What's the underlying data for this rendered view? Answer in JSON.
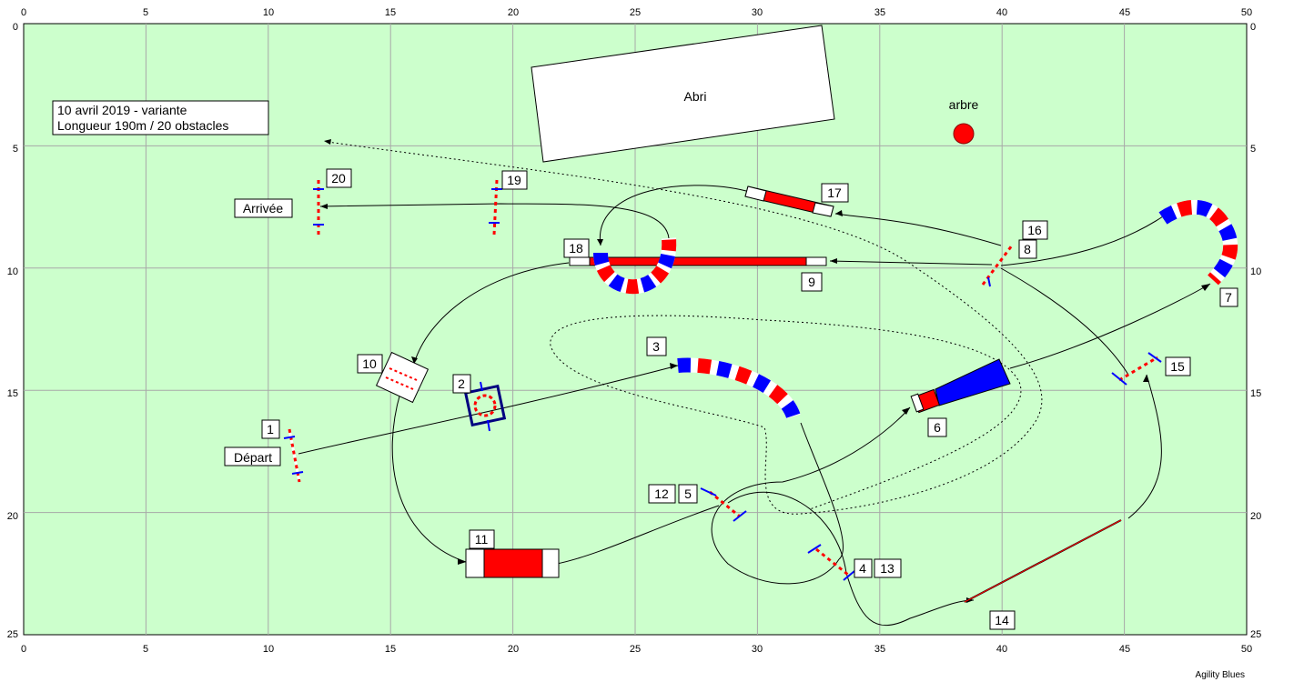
{
  "grid": {
    "x_ticks": [
      "0",
      "5",
      "10",
      "15",
      "20",
      "25",
      "30",
      "35",
      "40",
      "45",
      "50"
    ],
    "y_ticks": [
      "0",
      "5",
      "10",
      "15",
      "20",
      "25"
    ],
    "x_range": [
      0,
      50
    ],
    "y_range": [
      0,
      25
    ],
    "field_color": "#ccffcc",
    "grid_color": "#a8a8a8"
  },
  "info": {
    "line1": "10 avril 2019 - variante",
    "line2": "Longueur 190m / 20 obstacles"
  },
  "landmarks": {
    "shelter": "Abri",
    "tree": "arbre"
  },
  "labels": {
    "start": "Départ",
    "finish": "Arrivée"
  },
  "obstacle_numbers": [
    "1",
    "2",
    "3",
    "4",
    "5",
    "6",
    "7",
    "8",
    "9",
    "10",
    "11",
    "12",
    "13",
    "14",
    "15",
    "16",
    "17",
    "18",
    "19",
    "20"
  ],
  "footer": "Agility Blues",
  "colors": {
    "red": "#ff0000",
    "blue": "#0000ff",
    "path": "#000000"
  }
}
